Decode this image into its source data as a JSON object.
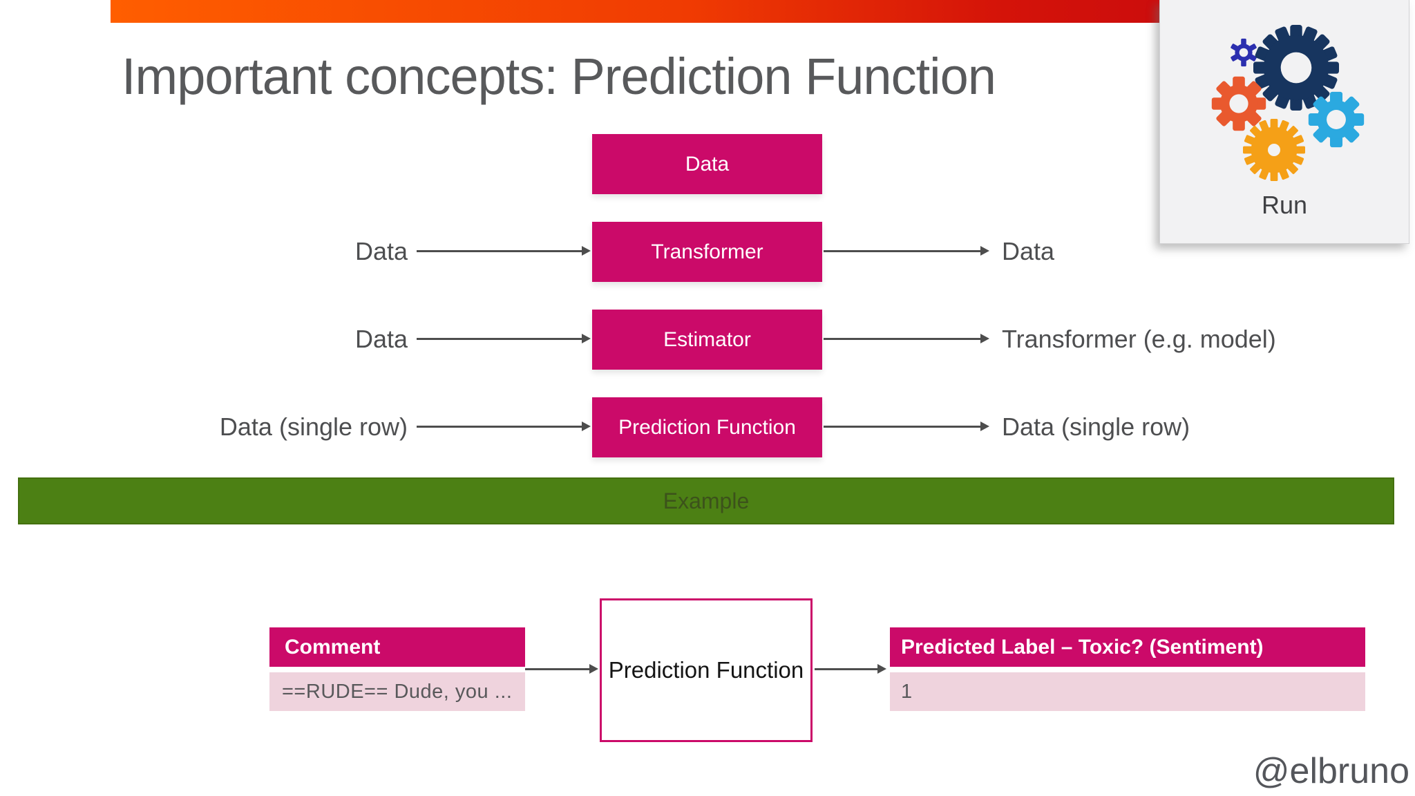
{
  "slide": {
    "title": "Important concepts: Prediction Function",
    "watermark": "@elbruno",
    "colors": {
      "accent_magenta": "#CB0A69",
      "row_pink": "#EFD3DD",
      "section_green": "#4C8014",
      "top_bar_gradient_start": "#FF5E00",
      "top_bar_gradient_end": "#CC0D0D",
      "text_gray": "#58595B"
    }
  },
  "run_card": {
    "label": "Run",
    "icon": "gears-icon"
  },
  "concept_rows": [
    {
      "box": "Data",
      "left_label": "",
      "right_label": ""
    },
    {
      "box": "Transformer",
      "left_label": "Data",
      "right_label": "Data"
    },
    {
      "box": "Estimator",
      "left_label": "Data",
      "right_label": "Transformer (e.g. model)"
    },
    {
      "box": "Prediction Function",
      "left_label": "Data (single row)",
      "right_label": "Data (single row)"
    }
  ],
  "section_bar": {
    "label": "Example"
  },
  "example": {
    "input_table": {
      "header": "Comment",
      "value": "==RUDE== Dude, you ..."
    },
    "function_box_label": "Prediction Function",
    "output_table": {
      "header": "Predicted Label – Toxic? (Sentiment)",
      "value": "1"
    }
  }
}
